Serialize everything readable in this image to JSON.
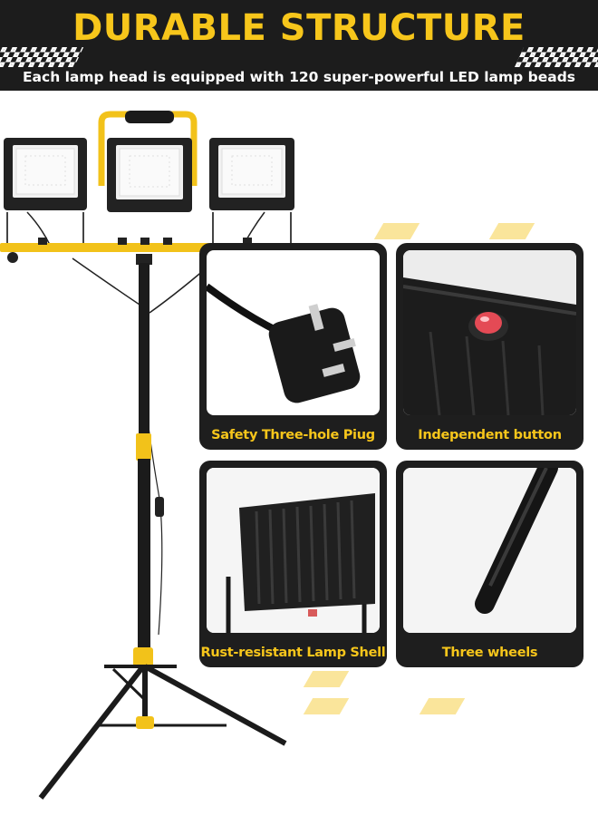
{
  "header": {
    "title": "DURABLE STRUCTURE",
    "subtitle": "Each lamp head is equipped with 120 super-powerful LED lamp beads"
  },
  "features": [
    {
      "label": "Safety Three-hole Piug",
      "icon": "uk-plug-icon"
    },
    {
      "label": "Independent button",
      "icon": "power-button-icon"
    },
    {
      "label": "Rust-resistant Lamp Shell",
      "icon": "lamp-shell-icon"
    },
    {
      "label": "Three wheels",
      "icon": "tripod-leg-icon"
    }
  ],
  "colors": {
    "accent": "#f7c61b",
    "dark": "#1c1c1c",
    "card": "#1e1e1e"
  }
}
